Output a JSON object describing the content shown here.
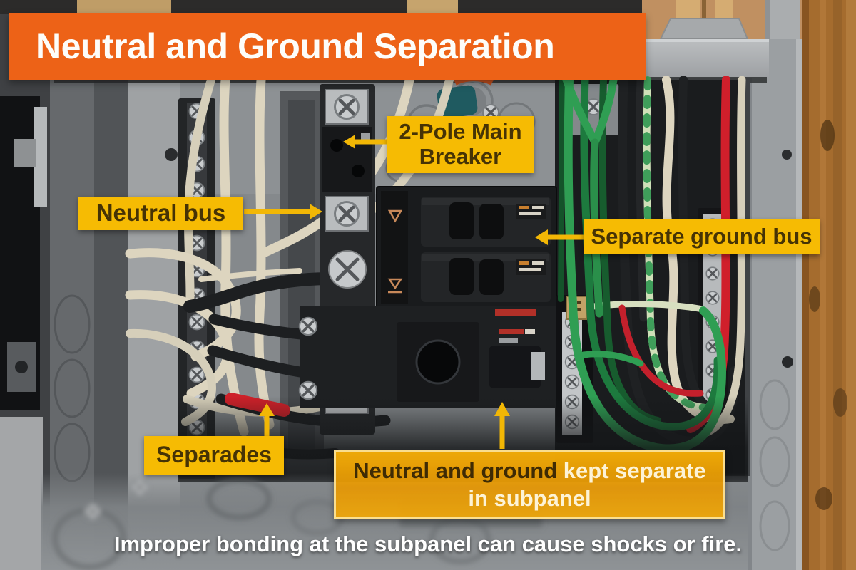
{
  "title": "Neutral and Ground Separation",
  "callouts": {
    "main_breaker": "2-Pole Main Breaker",
    "neutral_bus": "Neutral bus",
    "ground_bus": "Separate ground bus",
    "separades": "Separades",
    "note_highlight": "Neutral and ground",
    "note_rest": " kept separate",
    "note_line2": "in subpanel"
  },
  "caption": "Improper bonding at the subpanel can cause shocks or fire.",
  "colors": {
    "banner_orange": "#ed6217",
    "callout_yellow": "#f6bb03",
    "callout_text_brown": "#463305",
    "note_amber": "#eda104",
    "note_light_text": "#fdf3d6",
    "arrow_yellow": "#f2b705",
    "caption_white": "#ffffff",
    "wire_green": "#2f9e53",
    "wire_red": "#d01f2b",
    "wire_neutral_cream": "#ddd5bf",
    "panel_gray": "#9b9fa2",
    "wood_brown": "#a56c2e"
  }
}
